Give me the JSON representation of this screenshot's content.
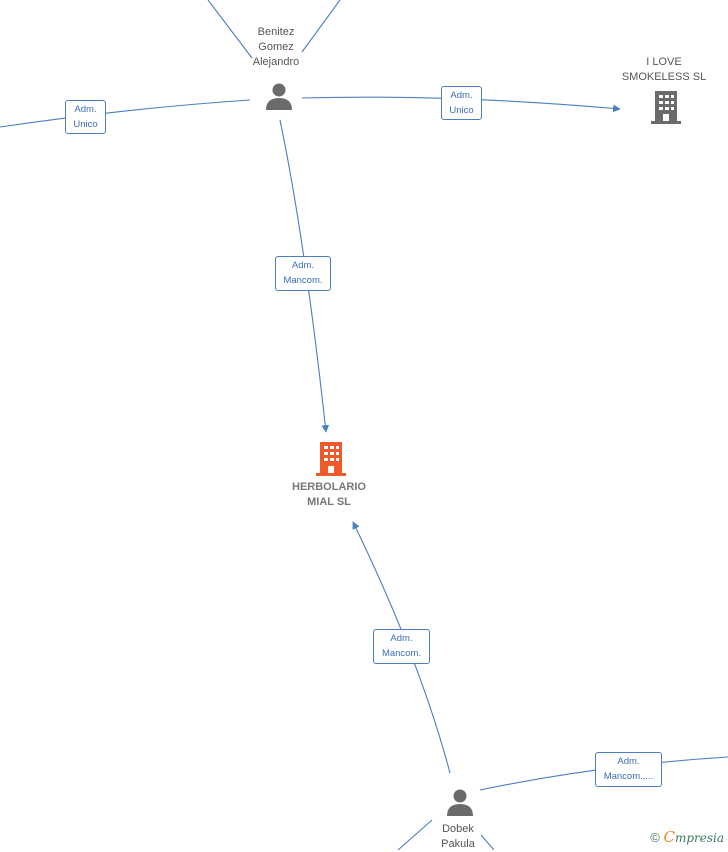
{
  "nodes": {
    "benitez": {
      "lines": [
        "Benitez",
        "Gomez",
        "Alejandro"
      ]
    },
    "ilove": {
      "lines": [
        "I LOVE",
        "SMOKELESS  SL"
      ]
    },
    "herbolario": {
      "lines": [
        "HERBOLARIO",
        "MIAL  SL"
      ]
    },
    "dobek": {
      "lines": [
        "Dobek",
        "Pakula"
      ]
    }
  },
  "edges": {
    "left": {
      "lines": [
        "Adm.",
        "Unico"
      ]
    },
    "ilove": {
      "lines": [
        "Adm.",
        "Unico"
      ]
    },
    "benitez_herbolario": {
      "lines": [
        "Adm.",
        "Mancom."
      ]
    },
    "dobek_herbolario": {
      "lines": [
        "Adm.",
        "Mancom."
      ]
    },
    "right_bottom": {
      "lines": [
        "Adm.",
        "Mancom.,..."
      ]
    }
  },
  "colors": {
    "edge": "#4a7fc1",
    "person": "#6b6b6b",
    "company": "#6b6b6b",
    "main_company": "#f0592a"
  },
  "footer": {
    "copyright": "©",
    "brand_first": "C",
    "brand_rest": "mpresia"
  }
}
